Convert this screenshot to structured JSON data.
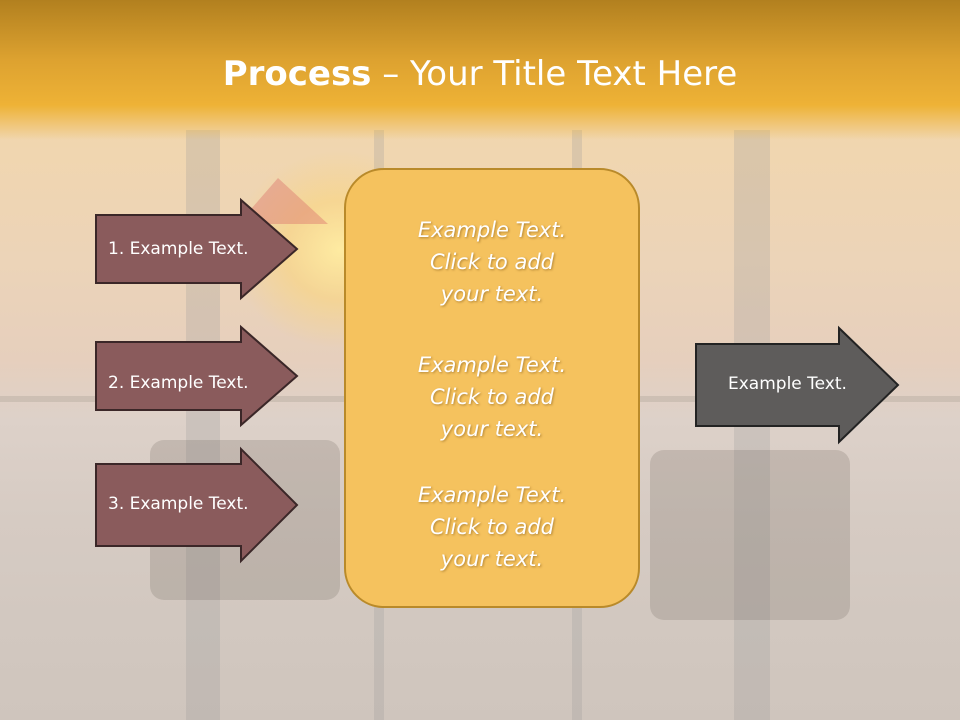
{
  "slide": {
    "title_bold": "Process",
    "title_rest": " – Your Title Text Here"
  },
  "left_steps": [
    {
      "label": "1. Example Text."
    },
    {
      "label": "2. Example Text."
    },
    {
      "label": "3. Example Text."
    }
  ],
  "center_items": [
    {
      "line1": "Example Text.",
      "line2": "Click  to add",
      "line3": "your text."
    },
    {
      "line1": "Example Text.",
      "line2": "Click  to add",
      "line3": "your text."
    },
    {
      "line1": "Example Text.",
      "line2": "Click  to add",
      "line3": "your text."
    }
  ],
  "result": {
    "label": "Example Text."
  },
  "colors": {
    "header": "#e3a52f",
    "step_arrow": "#8a5b5c",
    "center_box": "#f5c25e",
    "result_arrow": "#5e5c5b"
  }
}
